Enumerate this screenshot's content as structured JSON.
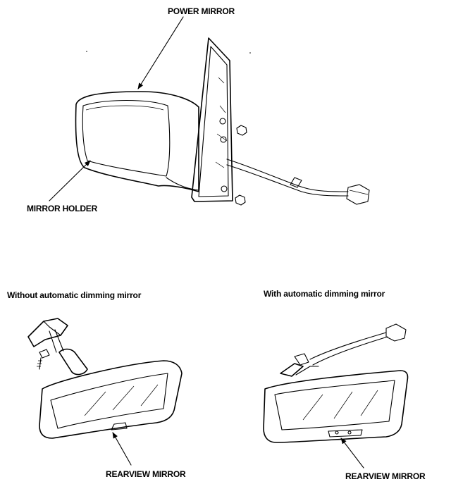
{
  "labels": {
    "power_mirror": "POWER MIRROR",
    "mirror_holder": "MIRROR HOLDER",
    "without_dimming": "Without automatic dimming mirror",
    "with_dimming": "With automatic dimming mirror",
    "rearview_mirror_left": "REARVIEW MIRROR",
    "rearview_mirror_right": "REARVIEW MIRROR"
  }
}
